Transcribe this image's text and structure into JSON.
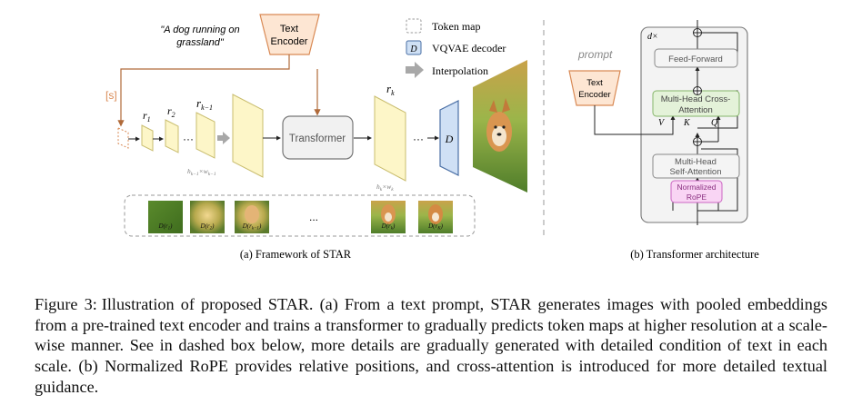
{
  "left_panel": {
    "prompt_text_line1": "\"A dog running on",
    "prompt_text_line2": "grassland\"",
    "text_encoder_line1": "Text",
    "text_encoder_line2": "Encoder",
    "start_token": "[s]",
    "scale_labels": [
      "r",
      "r",
      "r",
      "r"
    ],
    "scale_subs": [
      "1",
      "2",
      "k−1",
      "k"
    ],
    "ellipsis": "···",
    "transformer_label": "Transformer",
    "decoder_label": "D",
    "dim_prev": "h",
    "dim_prev_rest": "×w",
    "dim_prev_sub": "k−1",
    "dim_cur": "h",
    "dim_cur_rest": "×w",
    "dim_cur_sub": "k",
    "thumbs": [
      {
        "fn": "D(r",
        "sub": "1",
        "close": ")"
      },
      {
        "fn": "D(r",
        "sub": "2",
        "close": ")"
      },
      {
        "fn": "D(r",
        "sub": "k−1",
        "close": ")"
      },
      {
        "fn": "D(r",
        "sub": "k",
        "close": ")"
      },
      {
        "fn": "D(r",
        "sub": "K",
        "close": ")"
      }
    ],
    "thumbs_ellipsis": "...",
    "caption": "(a) Framework of  STAR"
  },
  "legend": {
    "token_map": "Token map",
    "vqvae_symbol": "D",
    "vqvae": "VQVAE decoder",
    "interpolation": "Interpolation"
  },
  "right_panel": {
    "prompt": "prompt",
    "text_encoder_line1": "Text",
    "text_encoder_line2": "Encoder",
    "repeat": "d×",
    "feed_forward": "Feed-Forward",
    "cross_attn_line1": "Multi-Head Cross-",
    "cross_attn_line2": "Attention",
    "v": "V",
    "k": "K",
    "q": "Q",
    "self_attn_line1": "Multi-Head",
    "self_attn_line2": "Self-Attention",
    "rope_line1": "Normalized",
    "rope_line2": "RoPE",
    "plus": "⊕",
    "caption": "(b) Transformer architecture"
  },
  "caption": {
    "figure_number": "Figure 3:",
    "text": "Illustration of proposed STAR. (a) From a text prompt, STAR generates images with pooled embeddings from a pre-trained text encoder and trains a transformer to gradually predicts token maps at higher resolution at a scale-wise manner. See in dashed box below, more details are gradually generated with detailed condition of text in each scale.  (b) Normalized RoPE provides relative positions, and cross-attention is introduced for more detailed textual guidance."
  },
  "colors": {
    "token_fill": "#fdf6c8",
    "token_stroke": "#c9bd6e",
    "encoder_fill": "#fde6d3",
    "encoder_stroke": "#d98a55",
    "orange_line": "#b06a3a",
    "decoder_fill": "#cfe0f5",
    "decoder_stroke": "#4a6fa5",
    "cross_fill": "#e4f2d9",
    "cross_stroke": "#85b56a",
    "rope_fill": "#f9d5f4",
    "rope_stroke": "#cc66c3"
  }
}
